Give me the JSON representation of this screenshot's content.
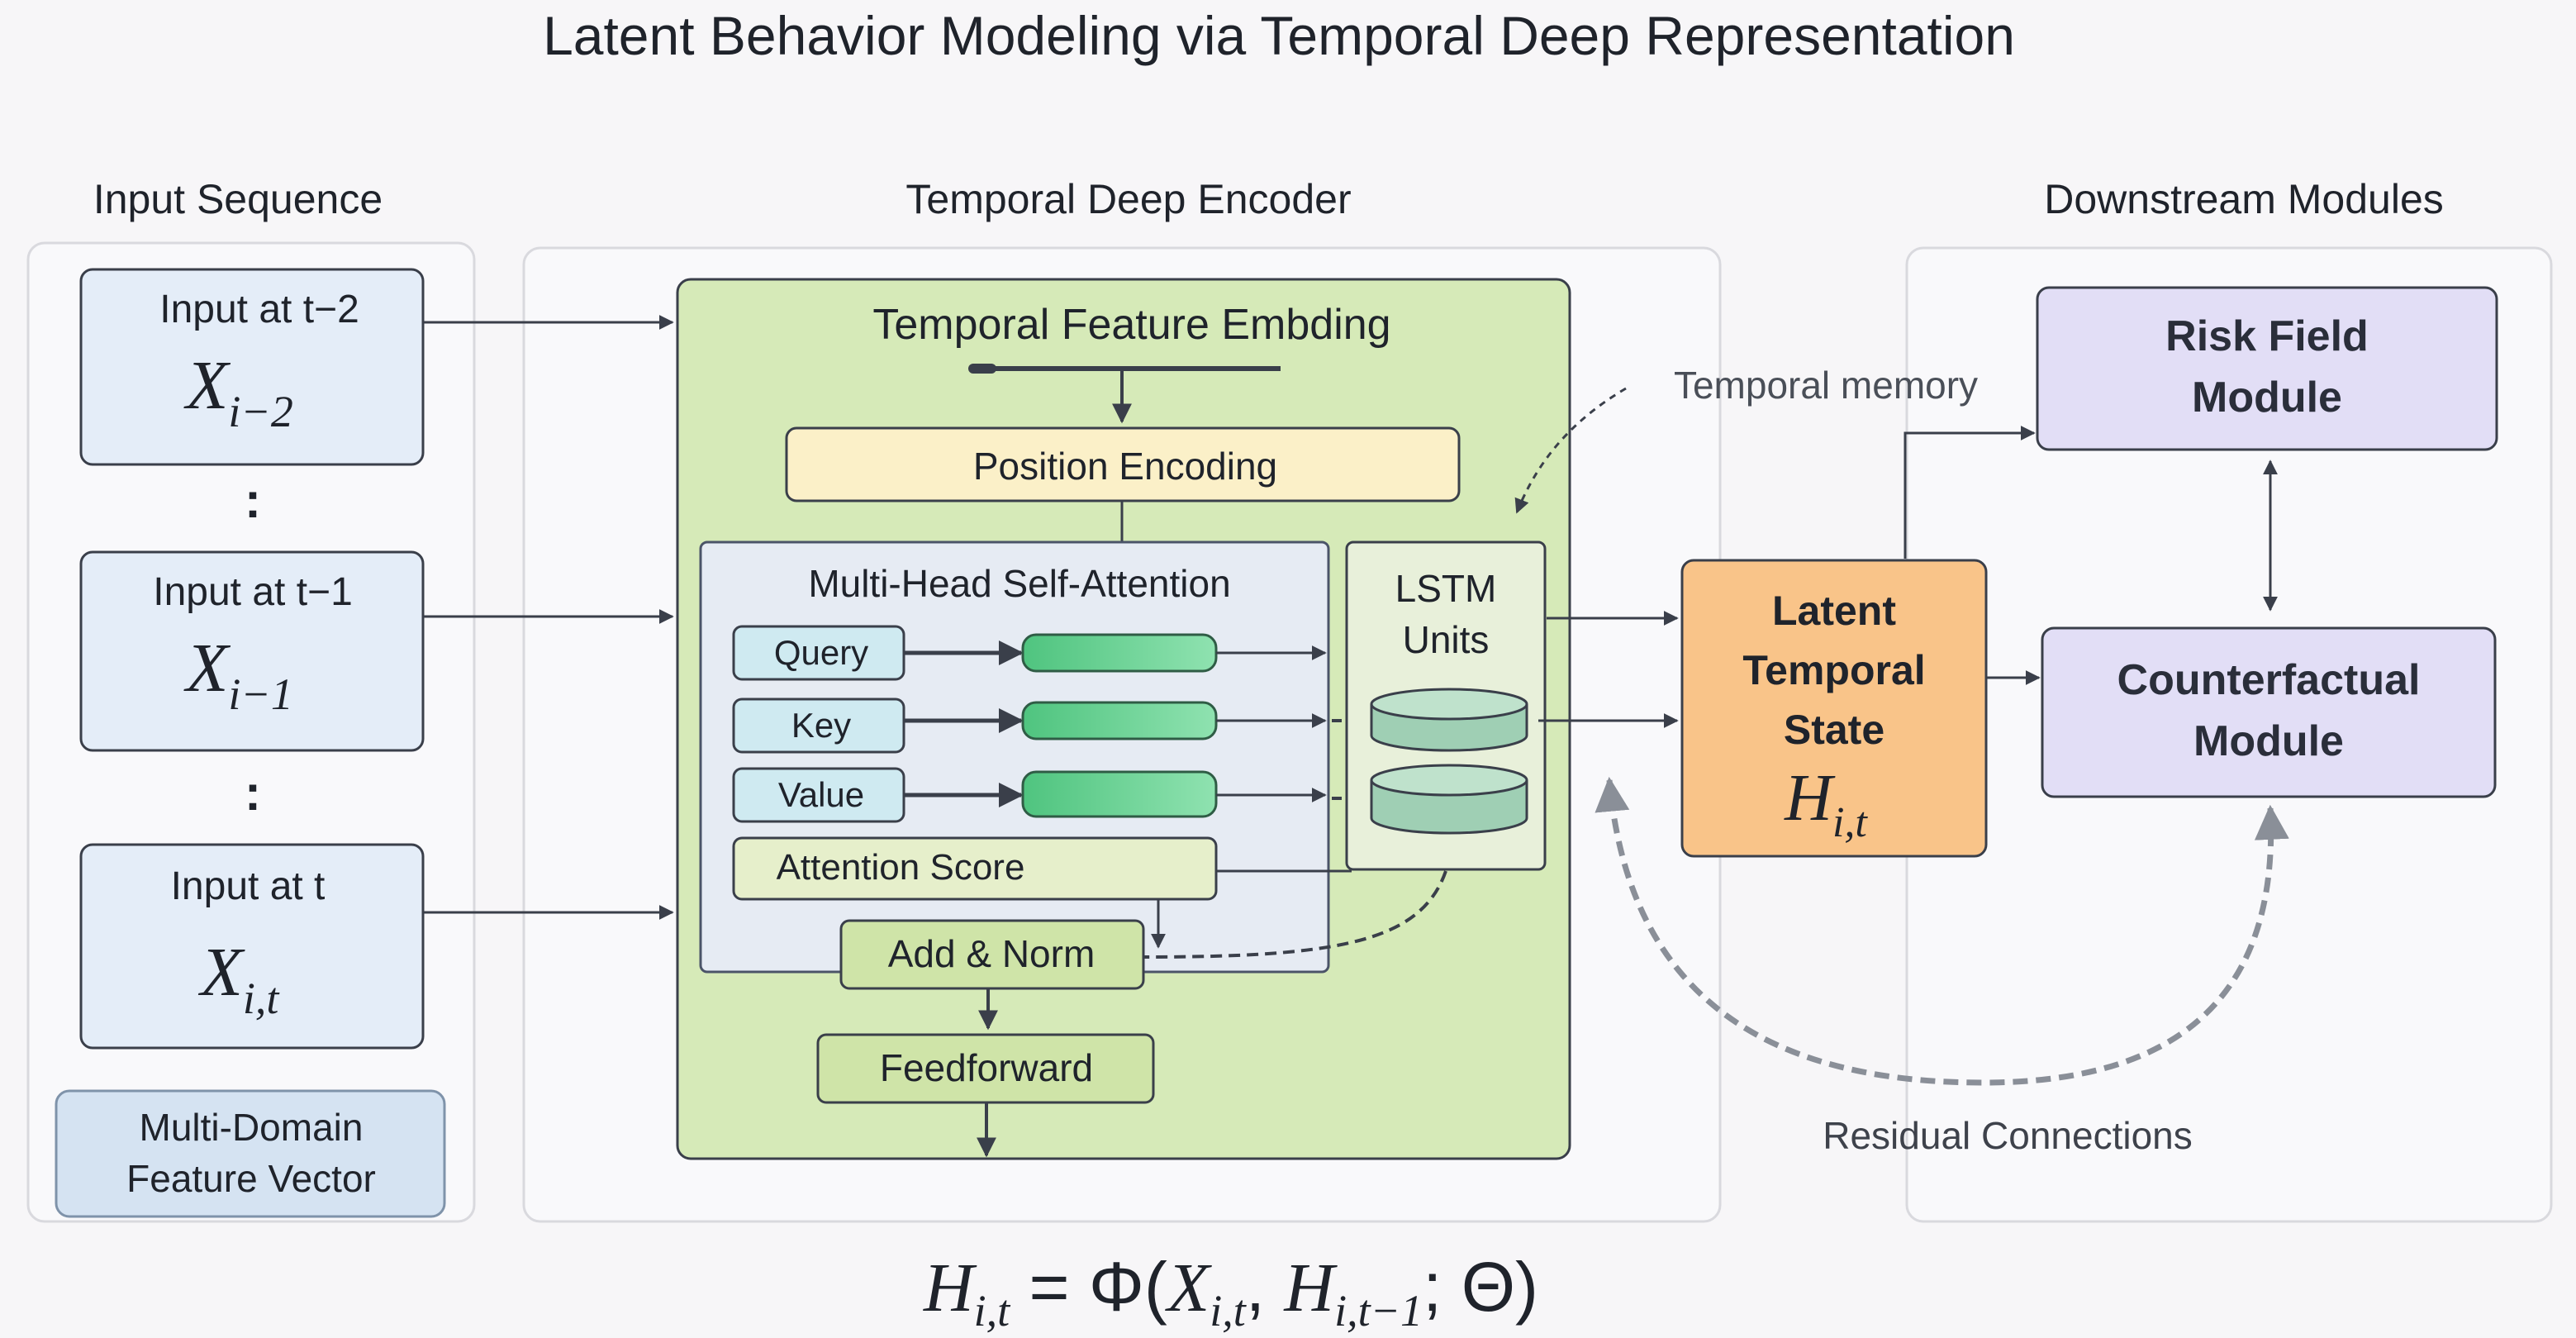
{
  "title": "Latent Behavior Modeling via Temporal Deep Representation",
  "sections": {
    "input": "Input Sequence",
    "encoder": "Temporal Deep Encoder",
    "downstream": "Downstream Modules"
  },
  "inputs": [
    {
      "label": "Input at t−2",
      "symbol": "X",
      "subscript": "i−2"
    },
    {
      "label": "Input at t−1",
      "symbol": "X",
      "subscript": "i−1"
    },
    {
      "label": "Input at t",
      "symbol": "X",
      "subscript": "i,t"
    }
  ],
  "ellipsis": ":",
  "feature_vector": {
    "line1": "Multi-Domain",
    "line2": "Feature Vector"
  },
  "encoder": {
    "embedding": "Temporal Feature Embding",
    "position": "Position Encoding",
    "mhsa": "Multi-Head Self-Attention",
    "query": "Query",
    "key": "Key",
    "value": "Value",
    "attention_score": "Attention Score",
    "add_norm": "Add & Norm",
    "feedforward": "Feedforward",
    "lstm_line1": "LSTM",
    "lstm_line2": "Units"
  },
  "temporal_memory": "Temporal memory",
  "latent": {
    "line1": "Latent",
    "line2": "Temporal",
    "line3": "State",
    "symbol": "H",
    "subscript": "i,t"
  },
  "risk": {
    "line1": "Risk Field",
    "line2": "Module"
  },
  "counterfactual": {
    "line1": "Counterfactual",
    "line2": "Module"
  },
  "residual": "Residual Connections",
  "equation": {
    "lhs": "H",
    "lhs_sub": "i,t",
    "eq": " = Φ(",
    "x": "X",
    "x_sub": "i,t",
    "comma": ", ",
    "h": "H",
    "h_sub": "i,t−1",
    "rest": "; Θ)"
  },
  "colors": {
    "input_fill": "#e4edf8",
    "encoder_fill": "#d6eab8",
    "position_fill": "#fbf0c8",
    "mhsa_fill": "#e6ebf3",
    "qkv_fill": "#cfeaf1",
    "bar_fill": "#5fd08e",
    "latent_fill": "#f9c489",
    "module_fill": "#e2def6",
    "stroke": "#3a3f4a"
  }
}
